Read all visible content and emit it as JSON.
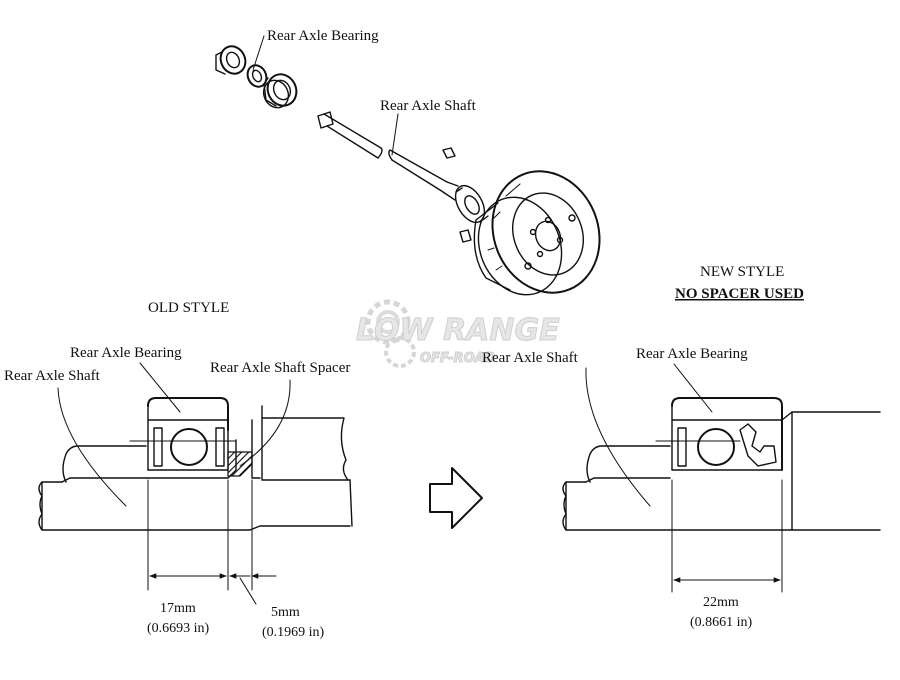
{
  "labels": {
    "top_bearing": "Rear Axle Bearing",
    "top_shaft": "Rear Axle Shaft",
    "old_style": "OLD STYLE",
    "old_bearing": "Rear Axle Bearing",
    "old_shaft": "Rear Axle Shaft",
    "old_spacer": "Rear Axle Shaft Spacer",
    "new_style_line1": "NEW STYLE",
    "new_style_line2": "NO SPACER USED",
    "new_shaft": "Rear Axle Shaft",
    "new_bearing": "Rear Axle Bearing"
  },
  "dimensions": {
    "old_bearing_mm": "17mm",
    "old_bearing_in": "(0.6693 in)",
    "old_spacer_mm": "5mm",
    "old_spacer_in": "(0.1969 in)",
    "new_bearing_mm": "22mm",
    "new_bearing_in": "(0.8661 in)"
  },
  "watermark": {
    "line1": "LOW RANGE",
    "line2": "OFF-ROAD"
  },
  "colors": {
    "ink": "#111111",
    "background": "#ffffff",
    "hatch": "#111111",
    "watermark": "#d0d0d0"
  }
}
